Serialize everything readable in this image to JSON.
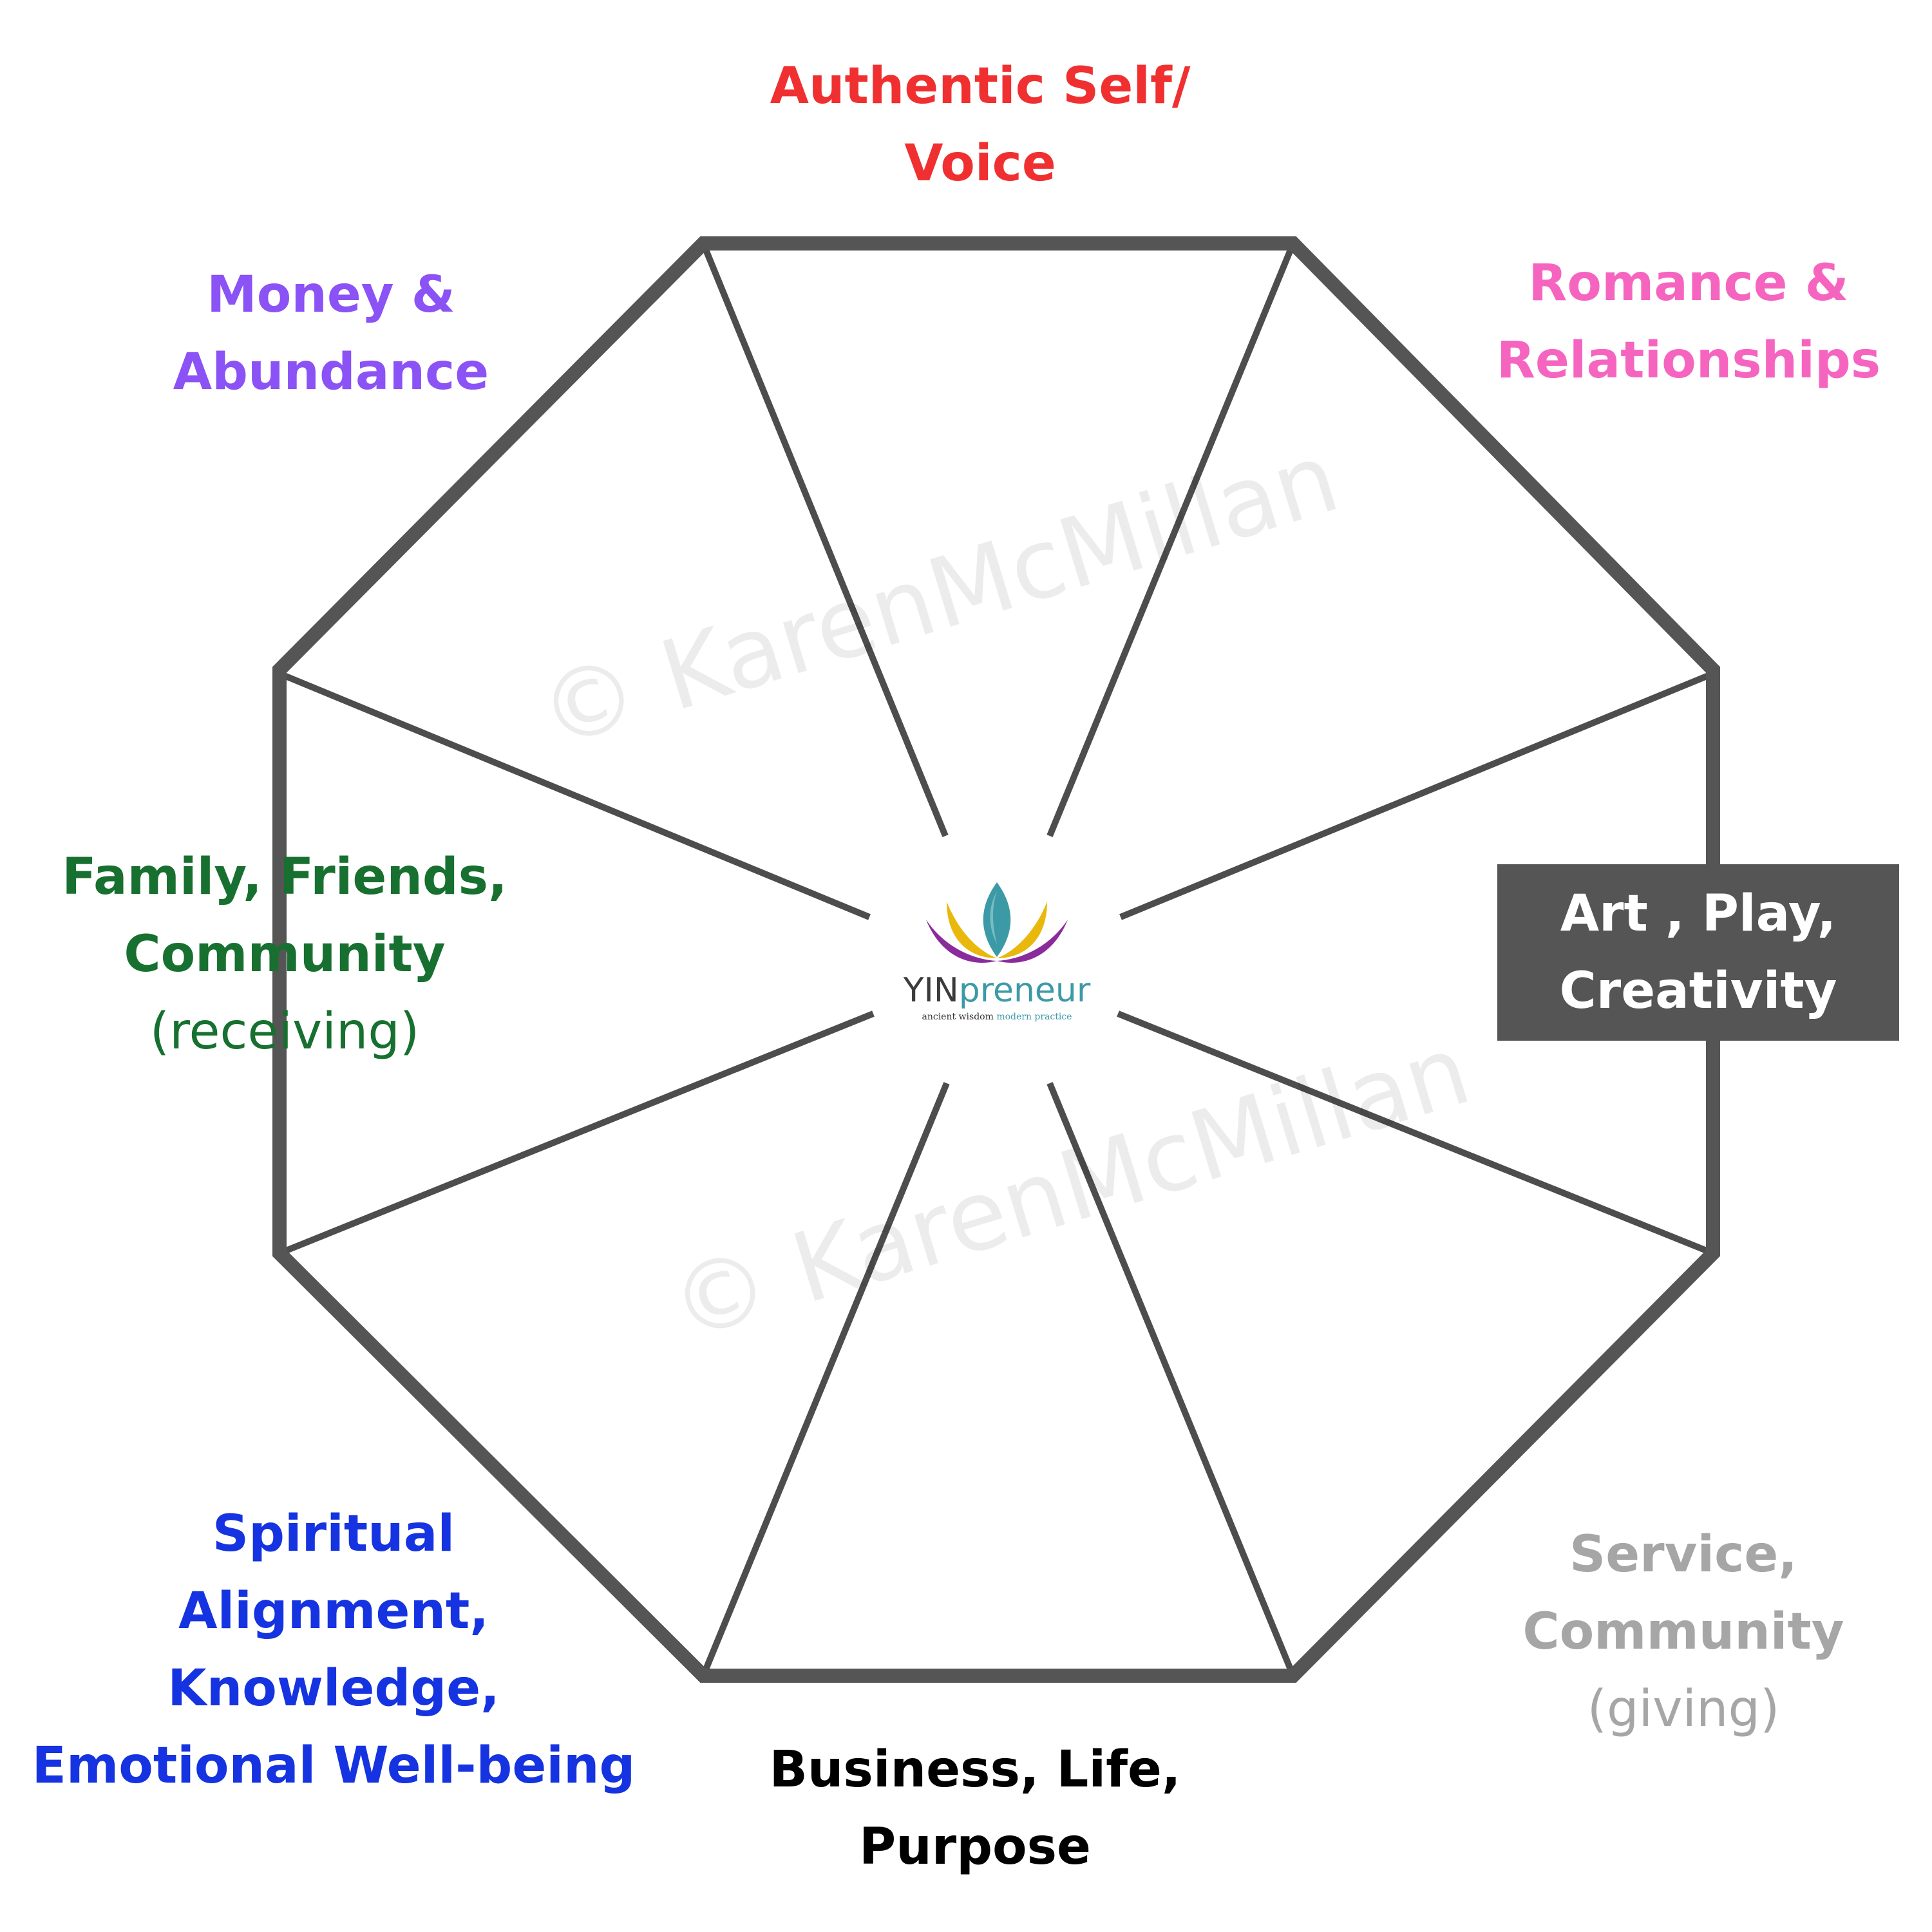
{
  "watermark": "© KarenMcMillan",
  "logo": {
    "brand_part1": "YIN",
    "brand_part2": "preneur",
    "tagline_part1": "ancient wisdom",
    "tagline_part2": "modern practice"
  },
  "segments": {
    "authentic": {
      "lines": [
        "Authentic Self/",
        "Voice"
      ],
      "color": "#f03030"
    },
    "romance": {
      "lines": [
        "Romance &",
        "Relationships"
      ],
      "color": "#f565c0"
    },
    "art": {
      "lines": [
        "Art , Play,",
        "Creativity"
      ],
      "color": "#ffffff",
      "box_color": "#555555"
    },
    "service": {
      "lines": [
        "Service,",
        "Community"
      ],
      "note": "(giving)",
      "color": "#a6a6a6"
    },
    "business": {
      "lines": [
        "Business, Life,",
        "Purpose"
      ],
      "color": "#000000"
    },
    "spiritual": {
      "lines": [
        "Spiritual",
        "Alignment,",
        "Knowledge,",
        "Emotional Well-being"
      ],
      "color": "#1533e0"
    },
    "family": {
      "lines": [
        "Family, Friends,",
        "Community"
      ],
      "note": "(receiving)",
      "color": "#17702f"
    },
    "money": {
      "lines": [
        "Money &",
        "Abundance"
      ],
      "color": "#8b52f5"
    }
  },
  "colors": {
    "frame": "#555555",
    "spoke": "#4d4d4d",
    "lotus_teal": "#3c9aa6",
    "lotus_gold": "#e9b80c",
    "lotus_purple": "#8a2b9c"
  }
}
